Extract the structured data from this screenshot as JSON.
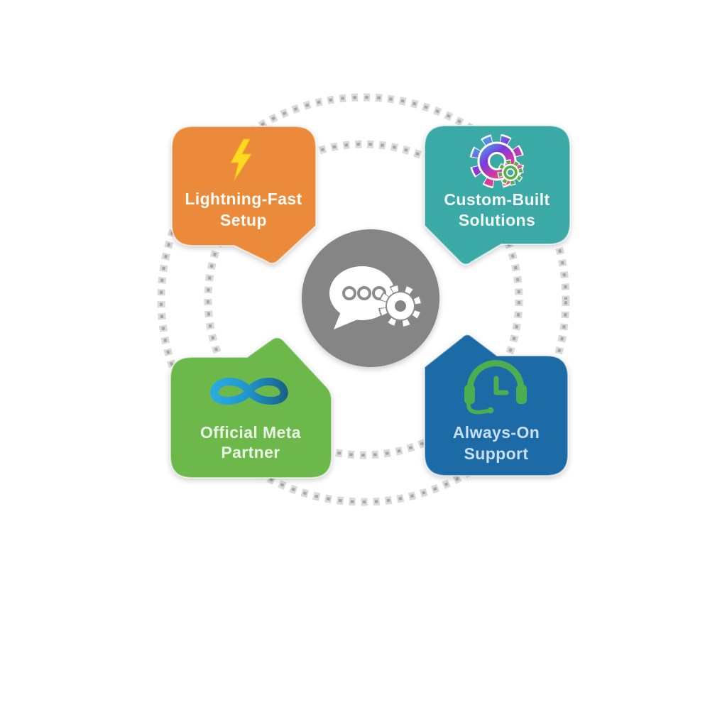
{
  "diagram": {
    "cards": [
      {
        "id": "lightning-fast-setup",
        "line1": "Lightning-Fast",
        "line2": "Setup",
        "color": "#EB8A3A",
        "icon": "lightning-bolt-icon"
      },
      {
        "id": "custom-built-solutions",
        "line1": "Custom-Built",
        "line2": "Solutions",
        "color": "#3AA9A5",
        "icon": "gears-icon"
      },
      {
        "id": "official-meta-partner",
        "line1": "Official Meta",
        "line2": "Partner",
        "color": "#6CB84C",
        "icon": "meta-infinity-icon"
      },
      {
        "id": "always-on-support",
        "line1": "Always-On",
        "line2": "Support",
        "color": "#1F6AA6",
        "icon": "headset-clock-icon"
      }
    ],
    "center": {
      "icon": "chat-gear-icon",
      "color": "#858585"
    },
    "accents": {
      "bolt_yellow": "#FFD A21",
      "headset_green": "#4DAE50",
      "small_gear_green": "#55B047",
      "dash_gray": "#A6A6A6",
      "meta_blue_left": "#2BAAE2",
      "meta_blue_right": "#186286",
      "gear_gradient_start": "#3BC1E9",
      "gear_gradient_mid": "#7A3BE0",
      "gear_gradient_end": "#E0399E"
    }
  }
}
